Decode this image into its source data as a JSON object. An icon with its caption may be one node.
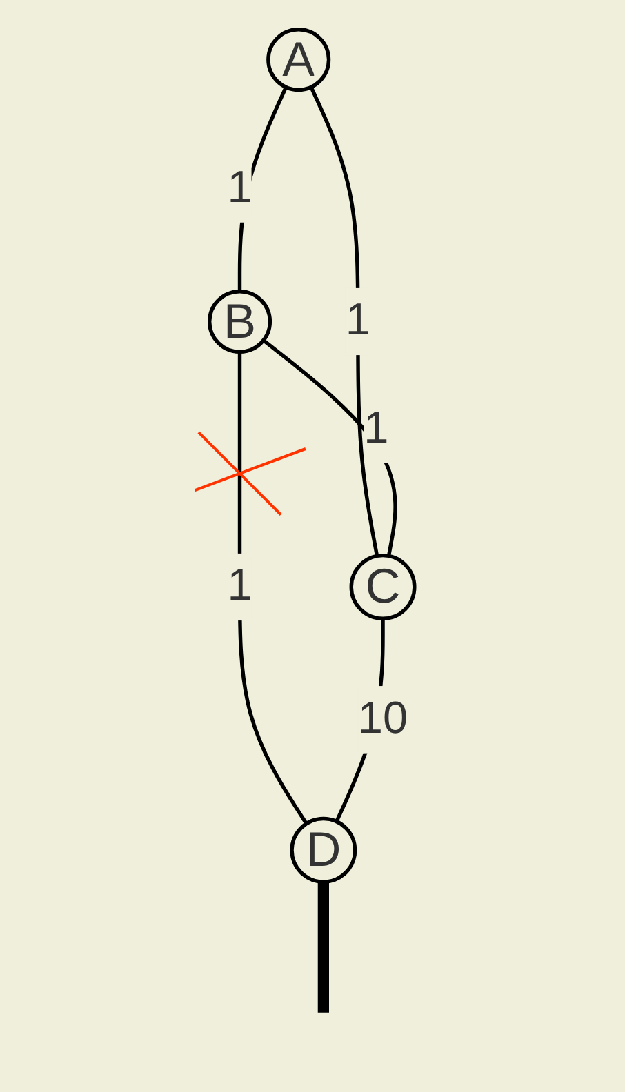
{
  "diagram": {
    "nodes": [
      {
        "text": [
          "A"
        ]
      },
      {
        "text": [
          "B"
        ]
      },
      {
        "text": [
          "C"
        ]
      },
      {
        "text": [
          "D"
        ]
      }
    ],
    "edges": [
      {
        "from": 0,
        "to": 1,
        "arrow": "none",
        "label": "1"
      },
      {
        "from": 0,
        "to": 2,
        "arrow": "none",
        "label": "1"
      },
      {
        "from": 1,
        "to": 2,
        "arrow": "none",
        "label": "1"
      },
      {
        "from": 1,
        "to": 3,
        "arrow": "none",
        "label": "1"
      },
      {
        "from": 2,
        "to": 3,
        "arrow": "none",
        "label": "10"
      },
      {
        "from": 3,
        "to": null,
        "arrow": "none",
        "style": "thick"
      }
    ]
  }
}
